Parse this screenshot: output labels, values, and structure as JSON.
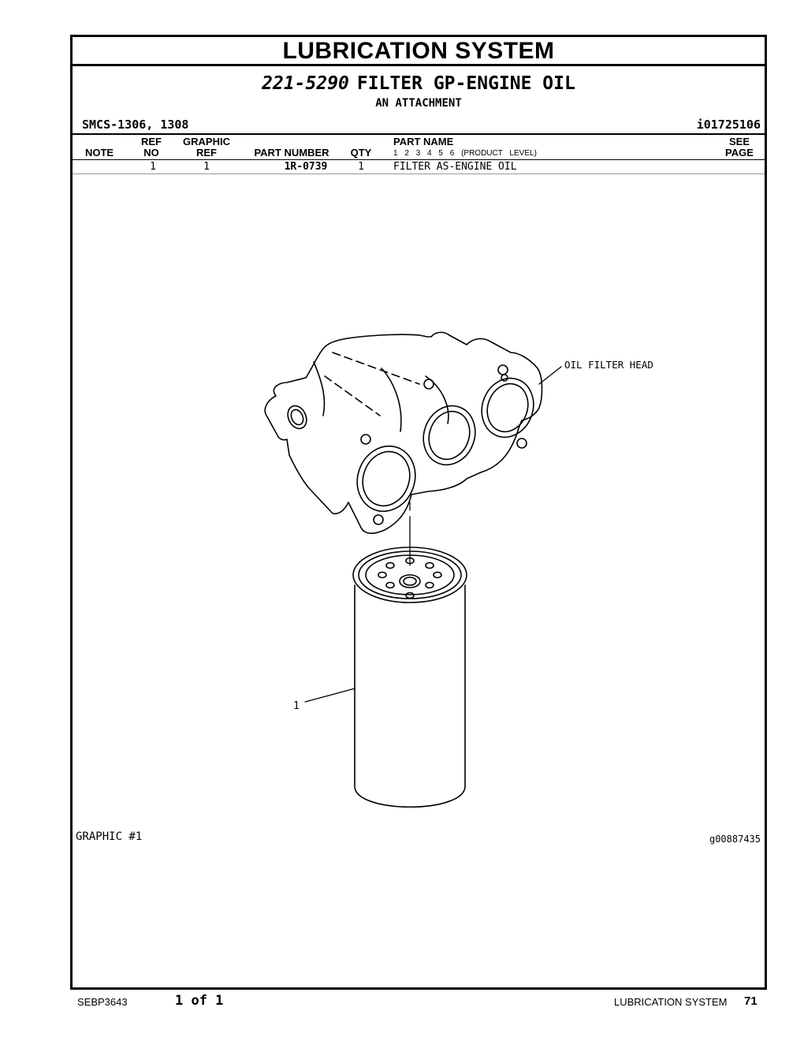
{
  "section_title": "LUBRICATION SYSTEM",
  "group": {
    "part_number": "221-5290",
    "name": "FILTER GP-ENGINE OIL",
    "subtitle": "AN ATTACHMENT"
  },
  "smcs": "SMCS-1306, 1308",
  "illustration_id": "i01725106",
  "table": {
    "headers": {
      "note": "NOTE",
      "ref_top": "REF",
      "ref_bottom": "NO",
      "graphic_top": "GRAPHIC",
      "graphic_bottom": "REF",
      "part_number": "PART NUMBER",
      "qty": "QTY",
      "part_name": "PART NAME",
      "levels": [
        "1",
        "2",
        "3",
        "4",
        "5",
        "6"
      ],
      "product_level": "(PRODUCT LEVEL)",
      "see_top": "SEE",
      "see_bottom": "PAGE"
    },
    "rows": [
      {
        "note": "",
        "ref_no": "1",
        "graphic_ref": "1",
        "part_number": "1R-0739",
        "qty": "1",
        "part_name": "FILTER AS-ENGINE OIL",
        "see_page": ""
      }
    ]
  },
  "graphic": {
    "callout_head": "OIL FILTER HEAD",
    "callout_1": "1",
    "label": "GRAPHIC #1",
    "id": "g00887435"
  },
  "footer": {
    "doc": "SEBP3643",
    "page_of": "1 of 1",
    "section": "LUBRICATION SYSTEM",
    "page_number": "71"
  }
}
